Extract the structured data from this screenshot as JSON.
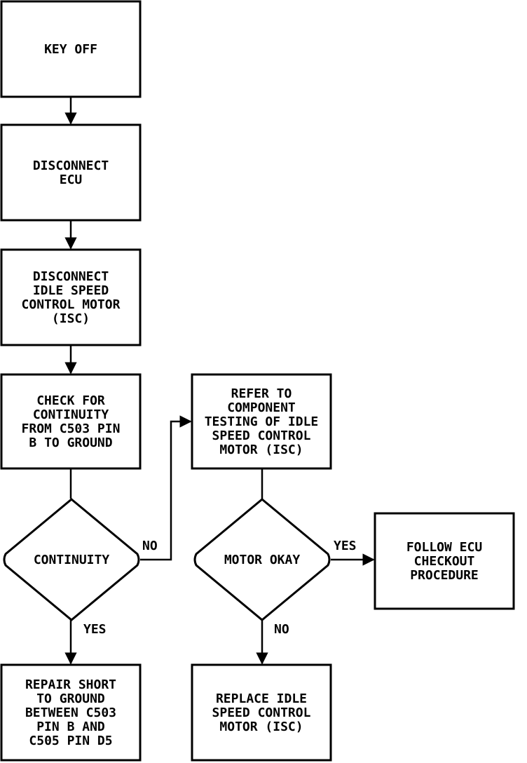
{
  "nodes": [
    {
      "id": "key_off",
      "shape": "rect",
      "lines": [
        "KEY OFF"
      ]
    },
    {
      "id": "disconnect_ecu",
      "shape": "rect",
      "lines": [
        "DISCONNECT",
        "ECU"
      ]
    },
    {
      "id": "disconnect_isc",
      "shape": "rect",
      "lines": [
        "DISCONNECT",
        "IDLE SPEED",
        "CONTROL MOTOR",
        "(ISC)"
      ]
    },
    {
      "id": "check_continuity",
      "shape": "rect",
      "lines": [
        "CHECK FOR",
        "CONTINUITY",
        "FROM C503 PIN",
        "B TO GROUND"
      ]
    },
    {
      "id": "continuity",
      "shape": "diamond",
      "lines": [
        "CONTINUITY"
      ]
    },
    {
      "id": "repair_short",
      "shape": "rect",
      "lines": [
        "REPAIR SHORT",
        "TO GROUND",
        "BETWEEN C503",
        "PIN B AND",
        "C505 PIN D5"
      ]
    },
    {
      "id": "refer_testing",
      "shape": "rect",
      "lines": [
        "REFER TO",
        "COMPONENT",
        "TESTING OF IDLE",
        "SPEED CONTROL",
        "MOTOR (ISC)"
      ]
    },
    {
      "id": "motor_okay",
      "shape": "diamond",
      "lines": [
        "MOTOR OKAY"
      ]
    },
    {
      "id": "replace_isc",
      "shape": "rect",
      "lines": [
        "REPLACE IDLE",
        "SPEED CONTROL",
        "MOTOR (ISC)"
      ]
    },
    {
      "id": "follow_ecu",
      "shape": "rect",
      "lines": [
        "FOLLOW ECU",
        "CHECKOUT",
        "PROCEDURE"
      ]
    }
  ],
  "edges": [
    {
      "from": "key_off",
      "to": "disconnect_ecu",
      "label": ""
    },
    {
      "from": "disconnect_ecu",
      "to": "disconnect_isc",
      "label": ""
    },
    {
      "from": "disconnect_isc",
      "to": "check_continuity",
      "label": ""
    },
    {
      "from": "check_continuity",
      "to": "continuity",
      "label": ""
    },
    {
      "from": "continuity",
      "to": "repair_short",
      "label": "YES"
    },
    {
      "from": "continuity",
      "to": "refer_testing",
      "label": "NO"
    },
    {
      "from": "refer_testing",
      "to": "motor_okay",
      "label": ""
    },
    {
      "from": "motor_okay",
      "to": "follow_ecu",
      "label": "YES"
    },
    {
      "from": "motor_okay",
      "to": "replace_isc",
      "label": "NO"
    }
  ]
}
